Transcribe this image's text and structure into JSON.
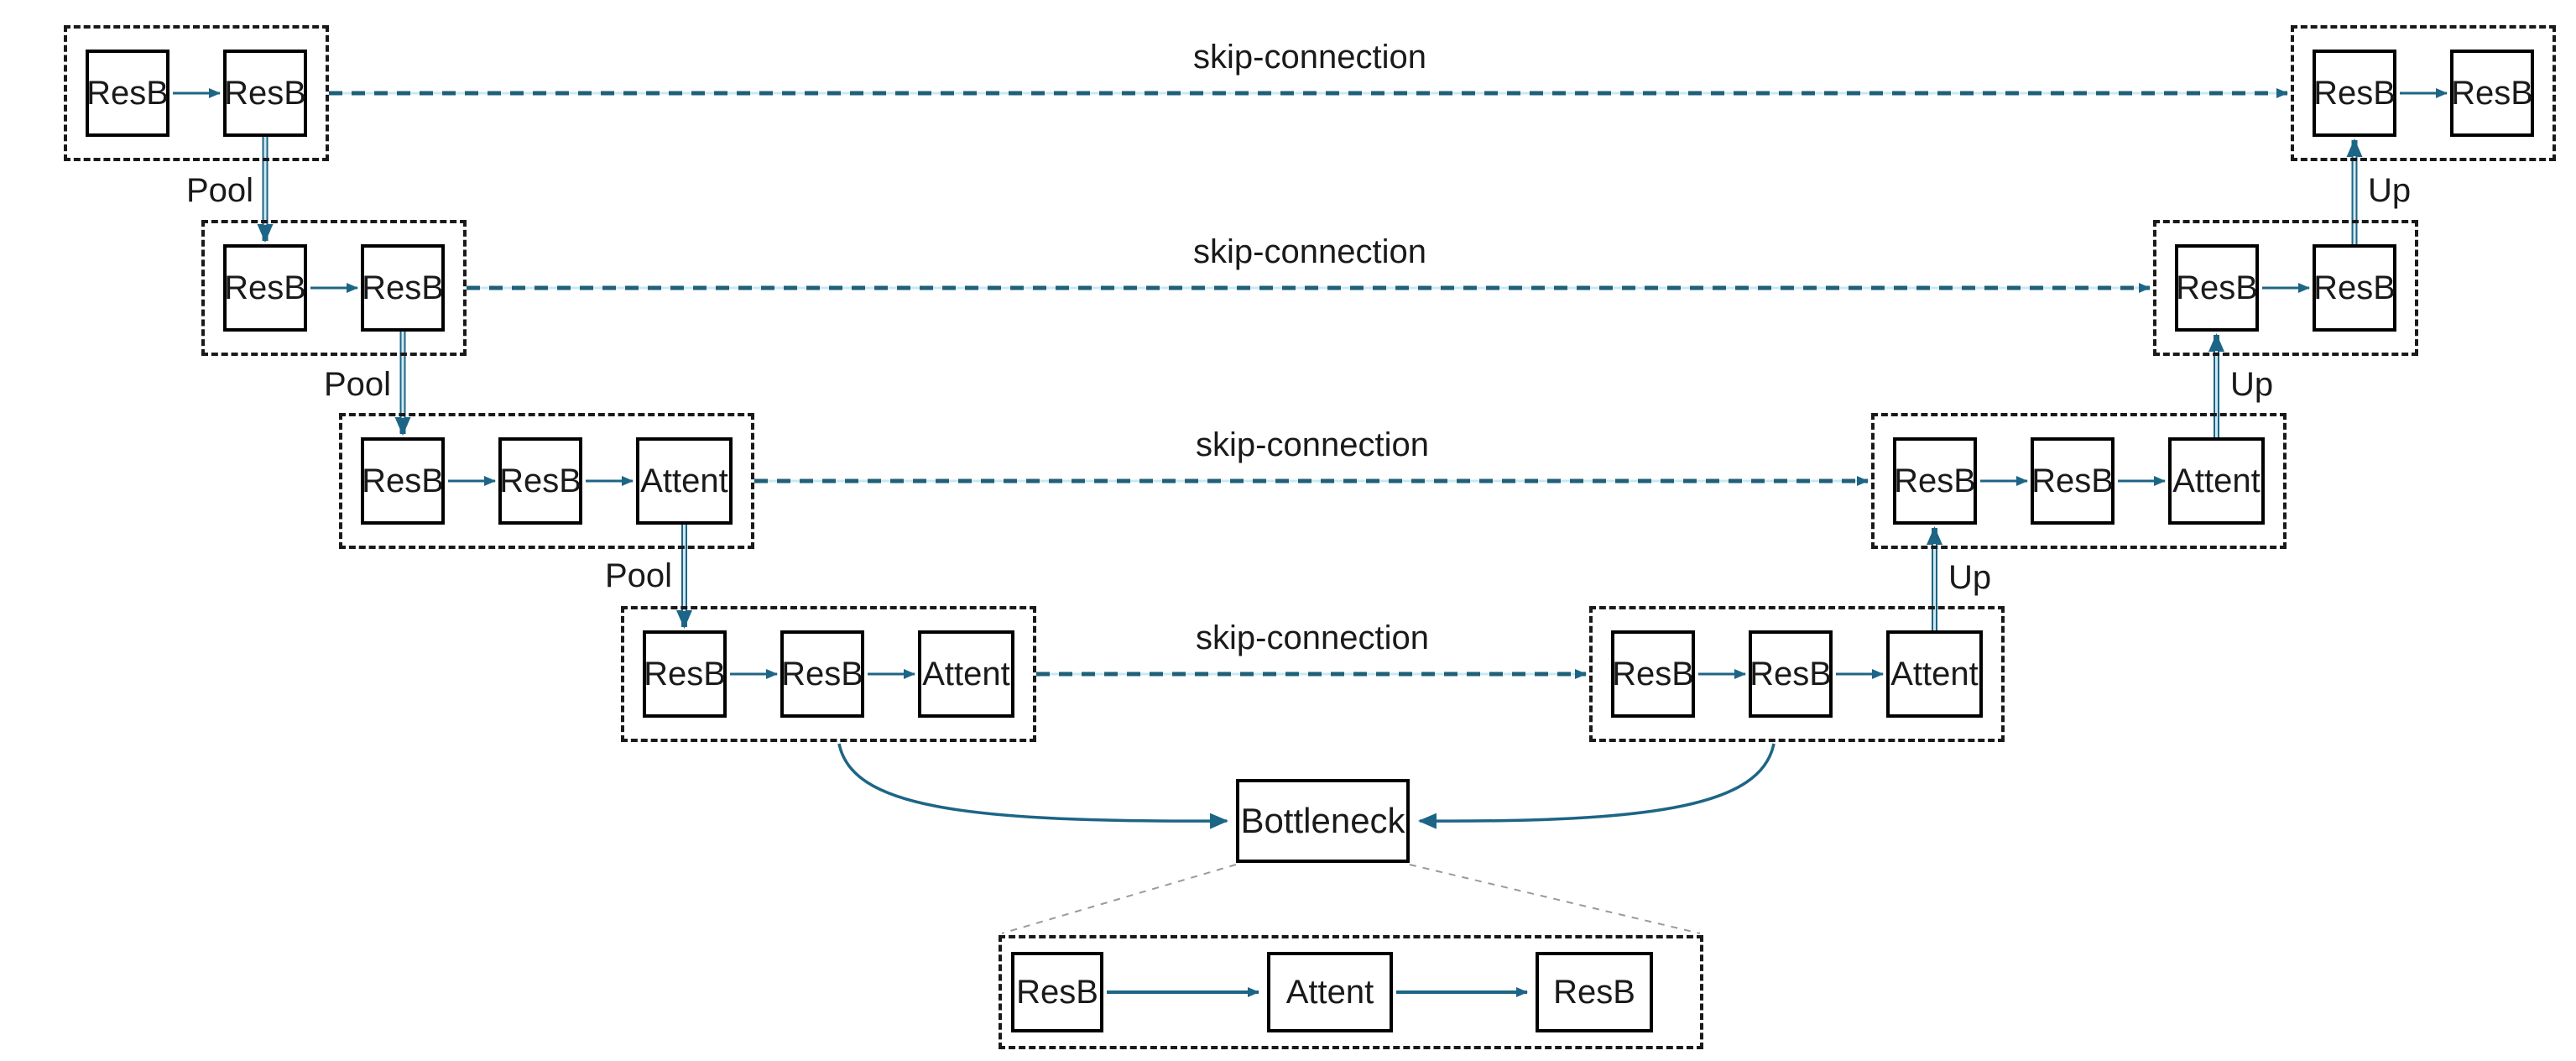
{
  "diagram": {
    "type": "U-Net style encoder-decoder architecture diagram",
    "background": "#ffffff",
    "colors": {
      "arrow": "#1d6586",
      "arrow_core": "#cfe9f3",
      "skip_dash": "#1f6079",
      "skip_underlay": "#c9e8f2",
      "box_border": "#000000",
      "group_border": "#1a1a1a",
      "expand_dotted": "#9a9a9a",
      "text": "#1a1a1a"
    },
    "labels": {
      "skip_connection": "skip-connection",
      "pool": "Pool",
      "up": "Up"
    },
    "encoder": {
      "level1": {
        "boxes": [
          "ResB",
          "ResB"
        ]
      },
      "level2": {
        "boxes": [
          "ResB",
          "ResB"
        ]
      },
      "level3": {
        "boxes": [
          "ResB",
          "ResB",
          "Attent"
        ]
      },
      "level4": {
        "boxes": [
          "ResB",
          "ResB",
          "Attent"
        ]
      }
    },
    "decoder": {
      "level4": {
        "boxes": [
          "ResB",
          "ResB",
          "Attent"
        ]
      },
      "level3": {
        "boxes": [
          "ResB",
          "ResB",
          "Attent"
        ]
      },
      "level2": {
        "boxes": [
          "ResB",
          "ResB"
        ]
      },
      "level1": {
        "boxes": [
          "ResB",
          "ResB"
        ]
      }
    },
    "bottleneck": {
      "label": "Bottleneck",
      "detail_boxes": [
        "ResB",
        "Attent",
        "ResB"
      ]
    }
  }
}
